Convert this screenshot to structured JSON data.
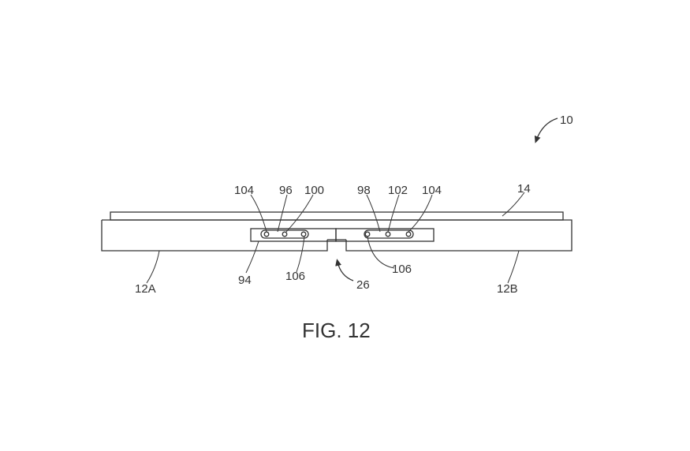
{
  "figure": {
    "caption": "FIG. 12",
    "labels": {
      "device": "10",
      "display_layer": "14",
      "housing_left": "12A",
      "housing_right": "12B",
      "hinge": "26",
      "pin_left": "104",
      "rod_left": "96",
      "link_left": "100",
      "rod_right": "98",
      "link_right": "102",
      "pin_right": "104",
      "plate_left": "94",
      "slot_left": "106",
      "slot_right": "106"
    }
  }
}
